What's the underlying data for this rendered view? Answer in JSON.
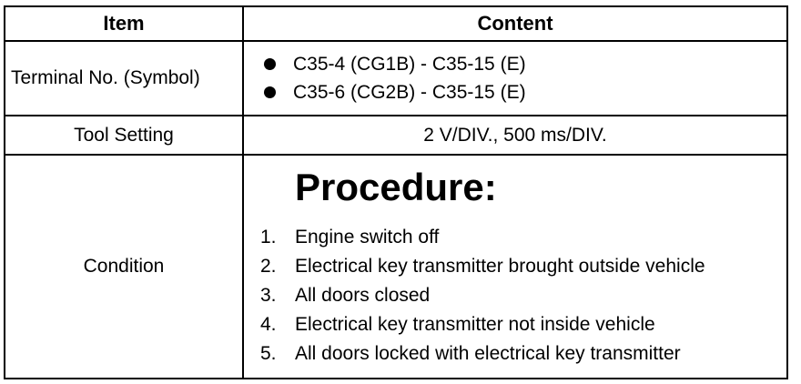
{
  "table": {
    "header": {
      "item": "Item",
      "content": "Content"
    },
    "rows": {
      "terminal": {
        "label": "Terminal No. (Symbol)",
        "items": [
          "C35-4 (CG1B) - C35-15 (E)",
          "C35-6 (CG2B) - C35-15 (E)"
        ]
      },
      "tool": {
        "label": "Tool Setting",
        "value": "2 V/DIV., 500 ms/DIV."
      },
      "condition": {
        "label": "Condition",
        "title": "Procedure:",
        "steps": [
          {
            "num": "1.",
            "text": "Engine switch off"
          },
          {
            "num": "2.",
            "text": "Electrical key transmitter brought outside vehicle"
          },
          {
            "num": "3.",
            "text": "All doors closed"
          },
          {
            "num": "4.",
            "text": "Electrical key transmitter not inside vehicle"
          },
          {
            "num": "5.",
            "text": "All doors locked with electrical key transmitter"
          }
        ]
      }
    }
  }
}
